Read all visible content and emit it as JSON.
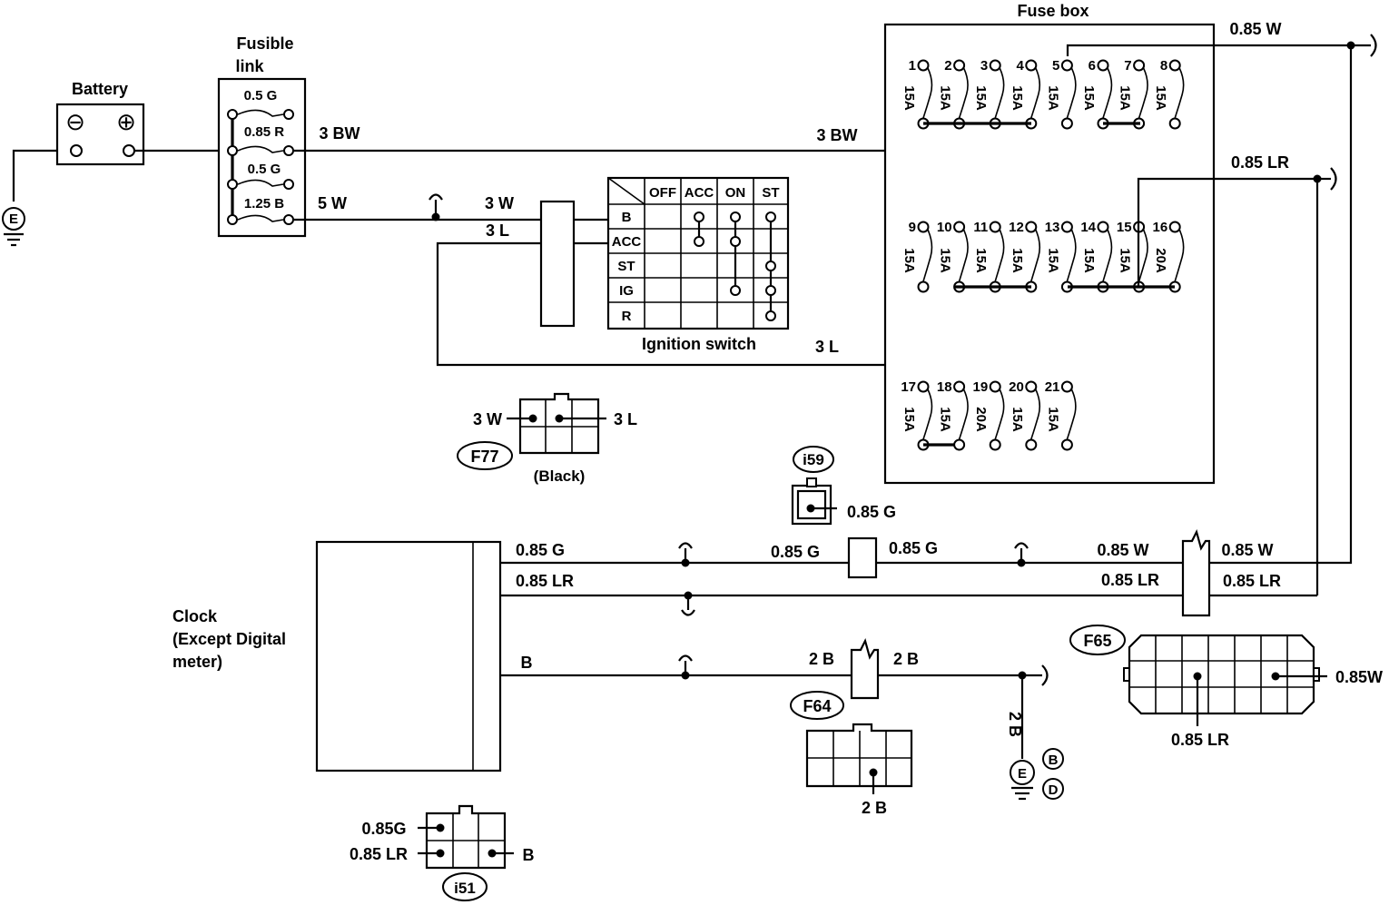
{
  "battery": {
    "label": "Battery",
    "neg_symbol": "⊖",
    "pos_symbol": "⊕"
  },
  "ground_symbol": "E",
  "fusible_link": {
    "label_line1": "Fusible",
    "label_line2": "link",
    "links": [
      "0.5 G",
      "0.85 R",
      "0.5 G",
      "1.25 B"
    ]
  },
  "wires": {
    "main_3bw_a": "3 BW",
    "main_3bw_b": "3 BW",
    "w5": "5 W",
    "w3w": "3 W",
    "w3l": "3 L",
    "w3l_bottom": "3 L",
    "top_085w": "0.85 W",
    "right_085lr": "0.85 LR",
    "clock_085g": "0.85 G",
    "clock_085lr": "0.85 LR",
    "clock_b": "B",
    "mid_085g_a": "0.85 G",
    "mid_085g_b": "0.85 G",
    "mid_085w": "0.85 W",
    "mid_085lr": "0.85 LR",
    "right_085w": "0.85 W",
    "right_085lr_2": "0.85 LR",
    "gnd_2b_a": "2 B",
    "gnd_2b_b": "2 B",
    "gnd_2b_vert": "2 B"
  },
  "ignition_switch": {
    "label": "Ignition switch",
    "columns": [
      "OFF",
      "ACC",
      "ON",
      "ST"
    ],
    "rows": [
      "B",
      "ACC",
      "ST",
      "IG",
      "R"
    ]
  },
  "fuse_box": {
    "label": "Fuse box",
    "fuses": [
      {
        "num": "1",
        "amp": "15A"
      },
      {
        "num": "2",
        "amp": "15A"
      },
      {
        "num": "3",
        "amp": "15A"
      },
      {
        "num": "4",
        "amp": "15A"
      },
      {
        "num": "5",
        "amp": "15A"
      },
      {
        "num": "6",
        "amp": "15A"
      },
      {
        "num": "7",
        "amp": "15A"
      },
      {
        "num": "8",
        "amp": "15A"
      },
      {
        "num": "9",
        "amp": "15A"
      },
      {
        "num": "10",
        "amp": "15A"
      },
      {
        "num": "11",
        "amp": "15A"
      },
      {
        "num": "12",
        "amp": "15A"
      },
      {
        "num": "13",
        "amp": "15A"
      },
      {
        "num": "14",
        "amp": "15A"
      },
      {
        "num": "15",
        "amp": "15A"
      },
      {
        "num": "16",
        "amp": "20A"
      },
      {
        "num": "17",
        "amp": "15A"
      },
      {
        "num": "18",
        "amp": "15A"
      },
      {
        "num": "19",
        "amp": "20A"
      },
      {
        "num": "20",
        "amp": "15A"
      },
      {
        "num": "21",
        "amp": "15A"
      }
    ]
  },
  "connectors": {
    "f77": {
      "id": "F77",
      "color_note": "(Black)",
      "left_wire": "3 W",
      "right_wire": "3 L"
    },
    "i59": {
      "id": "i59",
      "wire": "0.85 G"
    },
    "f64": {
      "id": "F64",
      "wire": "2 B"
    },
    "f65": {
      "id": "F65",
      "wire_right": "0.85W",
      "wire_bottom": "0.85 LR"
    },
    "i51": {
      "id": "i51",
      "wire1": "0.85G",
      "wire2": "0.85 LR",
      "wire3": "B"
    }
  },
  "clock": {
    "line1": "Clock",
    "line2": "(Except Digital",
    "line3": "meter)"
  },
  "ground_marks": [
    "B",
    "D"
  ]
}
